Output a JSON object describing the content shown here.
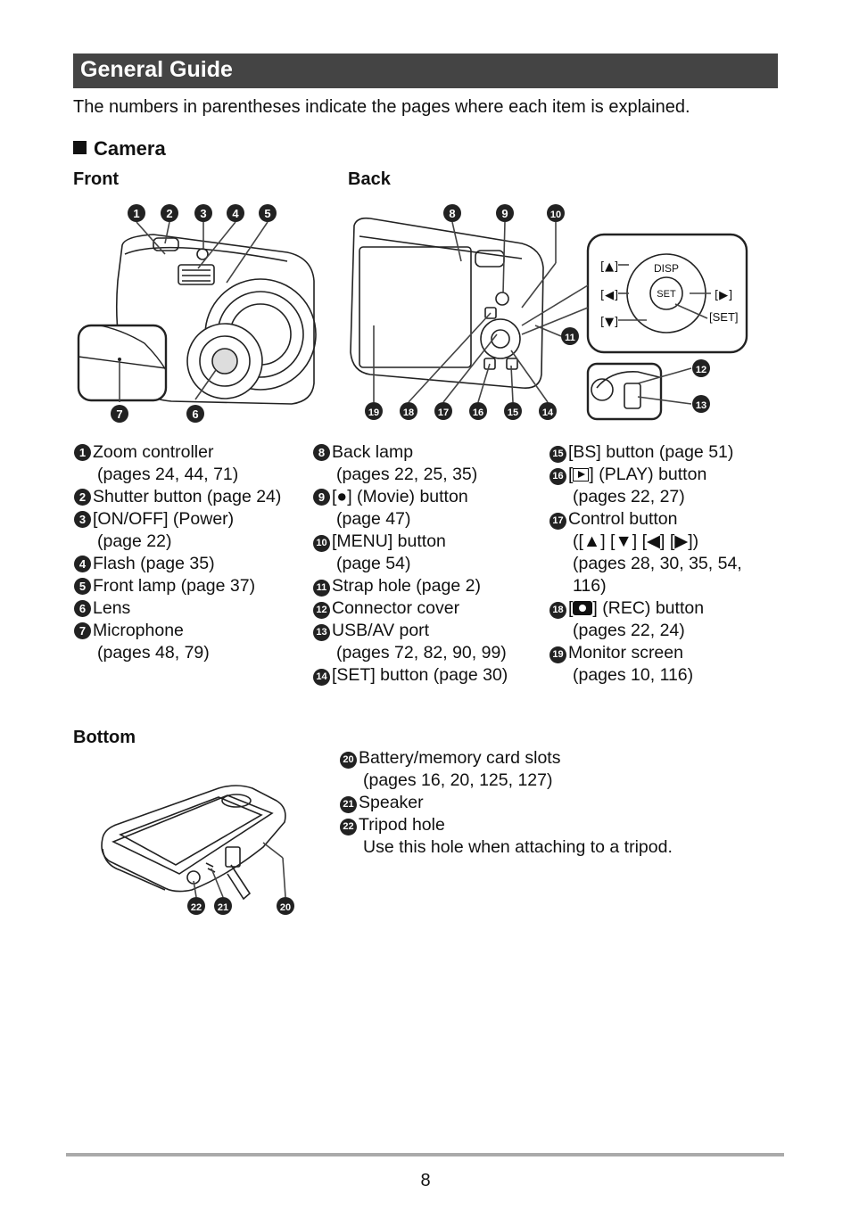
{
  "header": {
    "title": "General Guide"
  },
  "intro": "The numbers in parentheses indicate the pages where each item is explained.",
  "section_title": "Camera",
  "labels": {
    "front": "Front",
    "back": "Back",
    "bottom": "Bottom"
  },
  "callouts": {
    "front": [
      "1",
      "2",
      "3",
      "4",
      "5",
      "6",
      "7"
    ],
    "back": [
      "8",
      "9",
      "10",
      "11",
      "12",
      "13",
      "14",
      "15",
      "16",
      "17",
      "18",
      "19"
    ],
    "bottom": [
      "22",
      "21",
      "20"
    ]
  },
  "dial": {
    "up": "[▲]",
    "down": "[▼]",
    "left": "[◀]",
    "right": "[▶]",
    "set_label": "[SET]",
    "disp": "DISP",
    "set": "SET"
  },
  "items": {
    "i1": {
      "num": "1",
      "line1": "Zoom controller",
      "line2": "(pages 24, 44, 71)"
    },
    "i2": {
      "num": "2",
      "line1": "Shutter button (page 24)"
    },
    "i3": {
      "num": "3",
      "line1": "[ON/OFF] (Power)",
      "line2": "(page 22)"
    },
    "i4": {
      "num": "4",
      "line1": "Flash (page 35)"
    },
    "i5": {
      "num": "5",
      "line1": "Front lamp (page 37)"
    },
    "i6": {
      "num": "6",
      "line1": "Lens"
    },
    "i7": {
      "num": "7",
      "line1": "Microphone",
      "line2": "(pages 48, 79)"
    },
    "i8": {
      "num": "8",
      "line1": "Back lamp",
      "line2": "(pages 22, 25, 35)"
    },
    "i9": {
      "num": "9",
      "pre": "[●] (Movie) button",
      "line2": "(page 47)"
    },
    "i10": {
      "num": "10",
      "line1": "[MENU] button",
      "line2": "(page 54)"
    },
    "i11": {
      "num": "11",
      "line1": "Strap hole (page 2)"
    },
    "i12": {
      "num": "12",
      "line1": "Connector cover"
    },
    "i13": {
      "num": "13",
      "line1": "USB/AV port",
      "line2": "(pages 72, 82, 90, 99)"
    },
    "i14": {
      "num": "14",
      "line1": "[SET] button (page 30)"
    },
    "i15": {
      "num": "15",
      "line1": "[BS] button (page 51)"
    },
    "i16": {
      "num": "16",
      "post": "] (PLAY) button",
      "line2": "(pages 22, 27)"
    },
    "i17": {
      "num": "17",
      "line1": "Control button",
      "line2": "([▲] [▼] [◀] [▶])",
      "line3": "(pages 28, 30, 35, 54,",
      "line4": "116)"
    },
    "i18": {
      "num": "18",
      "post": "] (REC) button",
      "line2": "(pages 22, 24)"
    },
    "i19": {
      "num": "19",
      "line1": "Monitor screen",
      "line2": "(pages 10, 116)"
    },
    "i20": {
      "num": "20",
      "line1": "Battery/memory card slots",
      "line2": "(pages 16, 20, 125, 127)"
    },
    "i21": {
      "num": "21",
      "line1": "Speaker"
    },
    "i22": {
      "num": "22",
      "line1": "Tripod hole",
      "line2": "Use this hole when attaching to a tripod."
    }
  },
  "page_number": "8"
}
